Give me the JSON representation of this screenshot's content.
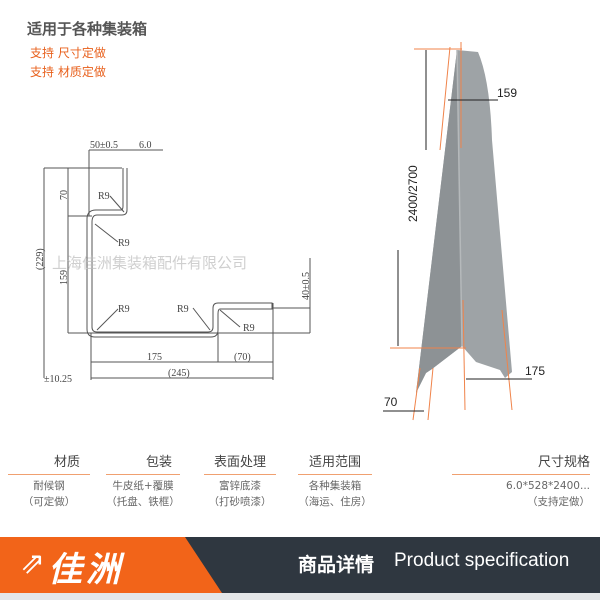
{
  "header": {
    "title": "适用于各种集装箱",
    "features": [
      "支持 尺寸定做",
      "支持 材质定做"
    ]
  },
  "drawing": {
    "top_dim": "50±0.5",
    "thickness": "6.0",
    "left_70": "70",
    "total_height": "(229)",
    "height_159": "159",
    "radius": "R9",
    "right_dim": "40±0.5",
    "bottom_175": "175",
    "bottom_70": "(70)",
    "bottom_245": "(245)",
    "tolerance": "±10.25",
    "watermark": "上海佳洲集装箱配件有限公司"
  },
  "product": {
    "length": "2400/2700",
    "top_width": "159",
    "bottom_width": "175",
    "flange": "70"
  },
  "specs": [
    {
      "label": "材质",
      "line1": "耐候钢",
      "line2": "（可定做）"
    },
    {
      "label": "包装",
      "line1": "牛皮纸+覆膜",
      "line2": "（托盘、铁框）"
    },
    {
      "label": "表面处理",
      "line1": "富锌底漆",
      "line2": "（打砂喷漆）"
    },
    {
      "label": "适用范围",
      "line1": "各种集装箱",
      "line2": "（海运、住房）"
    },
    {
      "label": "尺寸规格",
      "line1": "6.0*528*2400...",
      "line2": "（支持定做）"
    }
  ],
  "banner": {
    "brand": "佳洲",
    "title": "商品详情",
    "subtitle": "Product specification"
  },
  "colors": {
    "accent": "#f26419",
    "dark": "#2f3740"
  }
}
